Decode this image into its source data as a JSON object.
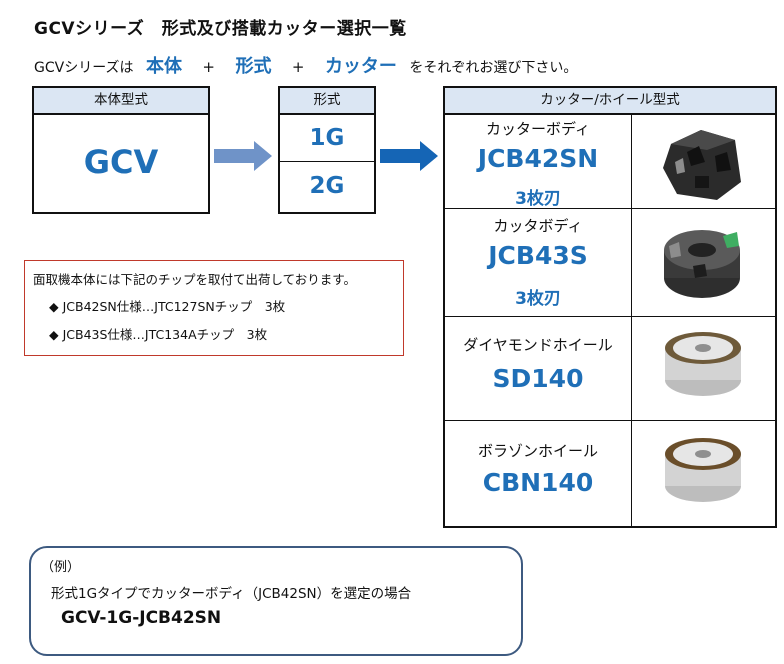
{
  "title": "GCVシリーズ　形式及び搭載カッター選択一覧",
  "intro": {
    "prefix": "GCVシリーズは",
    "kw1": "本体",
    "plus1": "+",
    "kw2": "形式",
    "plus2": "+",
    "kw3": "カッター",
    "suffix": "をそれぞれお選び下さい。"
  },
  "body_box": {
    "header": "本体型式",
    "value": "GCV"
  },
  "type_box": {
    "header": "形式",
    "options": [
      "1G",
      "2G"
    ]
  },
  "notice": {
    "heading": "面取機本体には下記のチップを取付て出荷しております。",
    "items": [
      "◆ JCB42SN仕様…JTC127SNチップ　3枚",
      "◆ JCB43S仕様…JTC134Aチップ　3枚"
    ]
  },
  "cutter_table": {
    "header": "カッター/ホイール型式",
    "rows": [
      {
        "label": "カッターボディ",
        "code": "JCB42SN",
        "sub": "3枚刃",
        "image": "cutter-body-icon"
      },
      {
        "label": "カッタボディ",
        "code": "JCB43S",
        "sub": "3枚刃",
        "image": "cutter-body-icon"
      },
      {
        "label": "ダイヤモンドホイール",
        "code": "SD140",
        "sub": "",
        "image": "grinding-wheel-icon"
      },
      {
        "label": "ボラゾンホイール",
        "code": "CBN140",
        "sub": "",
        "image": "grinding-wheel-icon"
      }
    ]
  },
  "example": {
    "label": "（例）",
    "description": "形式1Gタイプでカッターボディ（JCB42SN）を選定の場合",
    "model": "GCV-1G-JCB42SN"
  },
  "colors": {
    "accent": "#1f6fb7",
    "header_bg": "#dbe6f3",
    "arrow_light": "#6f93c8",
    "arrow_dark": "#1565b5",
    "notice_border": "#c0392b",
    "example_border": "#3d5a80"
  }
}
